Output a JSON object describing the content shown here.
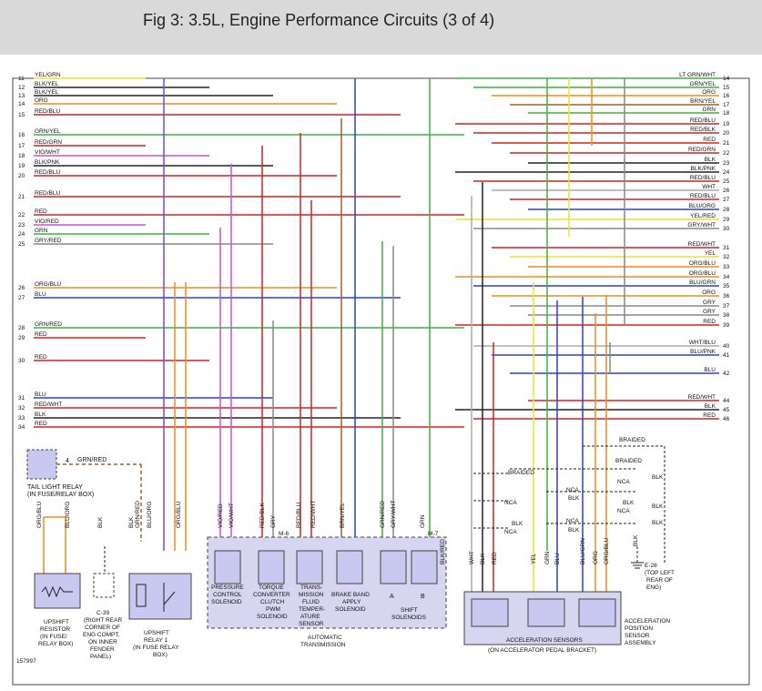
{
  "title": "Fig 3: 3.5L, Engine Performance Circuits (3 of 4)",
  "figure_id": "157997",
  "left_wires": [
    {
      "num": "11",
      "label": "YEL/GRN",
      "color": "#e6e62e"
    },
    {
      "num": "12",
      "label": "BLK/YEL",
      "color": "#222222"
    },
    {
      "num": "13",
      "label": "BLK/YEL",
      "color": "#222222"
    },
    {
      "num": "14",
      "label": "ORG",
      "color": "#f28c1c"
    },
    {
      "num": "15",
      "label": "RED/BLU",
      "color": "#d62020"
    },
    {
      "num": "16",
      "label": "GRN/YEL",
      "color": "#3cb43c"
    },
    {
      "num": "17",
      "label": "RED/GRN",
      "color": "#d62020"
    },
    {
      "num": "18",
      "label": "VIO/WHT",
      "color": "#d24fd2"
    },
    {
      "num": "19",
      "label": "BLK/PNK",
      "color": "#222222"
    },
    {
      "num": "20",
      "label": "RED/BLU",
      "color": "#d62020"
    },
    {
      "num": "21",
      "label": "RED/BLU",
      "color": "#d62020"
    },
    {
      "num": "22",
      "label": "RED",
      "color": "#d62020"
    },
    {
      "num": "23",
      "label": "VIO/RED",
      "color": "#d24fd2"
    },
    {
      "num": "24",
      "label": "GRN",
      "color": "#3cb43c"
    },
    {
      "num": "25",
      "label": "GRY/RED",
      "color": "#888888"
    },
    {
      "num": "26",
      "label": "ORG/BLU",
      "color": "#f28c1c"
    },
    {
      "num": "27",
      "label": "BLU",
      "color": "#2a3fd6"
    },
    {
      "num": "28",
      "label": "GRN/RED",
      "color": "#3cb43c"
    },
    {
      "num": "29",
      "label": "RED",
      "color": "#d62020"
    },
    {
      "num": "30",
      "label": "RED",
      "color": "#d62020"
    },
    {
      "num": "31",
      "label": "BLU",
      "color": "#2a3fd6"
    },
    {
      "num": "32",
      "label": "RED/WHT",
      "color": "#d62020"
    },
    {
      "num": "33",
      "label": "BLK",
      "color": "#222222"
    },
    {
      "num": "34",
      "label": "RED",
      "color": "#d62020"
    }
  ],
  "right_wires": [
    {
      "num": "14",
      "label": "LT GRN/WHT",
      "color": "#3cb43c"
    },
    {
      "num": "15",
      "label": "GRN/YEL",
      "color": "#3cb43c"
    },
    {
      "num": "16",
      "label": "ORG",
      "color": "#f28c1c"
    },
    {
      "num": "17",
      "label": "BRN/YEL",
      "color": "#a0602a"
    },
    {
      "num": "18",
      "label": "GRN",
      "color": "#3cb43c"
    },
    {
      "num": "19",
      "label": "RED/BLU",
      "color": "#d62020"
    },
    {
      "num": "20",
      "label": "RED/BLK",
      "color": "#d62020"
    },
    {
      "num": "21",
      "label": "RED",
      "color": "#d62020"
    },
    {
      "num": "22",
      "label": "RED/GRN",
      "color": "#d62020"
    },
    {
      "num": "23",
      "label": "BLK",
      "color": "#222222"
    },
    {
      "num": "24",
      "label": "BLK/PNK",
      "color": "#222222"
    },
    {
      "num": "25",
      "label": "RED/BLU",
      "color": "#d62020"
    },
    {
      "num": "26",
      "label": "WHT",
      "color": "#aaaaaa"
    },
    {
      "num": "27",
      "label": "RED/BLU",
      "color": "#d62020"
    },
    {
      "num": "28",
      "label": "BLU/ORG",
      "color": "#2a3fd6"
    },
    {
      "num": "29",
      "label": "YEL/RED",
      "color": "#e6e62e"
    },
    {
      "num": "30",
      "label": "GRY/WHT",
      "color": "#888888"
    },
    {
      "num": "31",
      "label": "RED/WHT",
      "color": "#d62020"
    },
    {
      "num": "32",
      "label": "YEL",
      "color": "#e6e62e"
    },
    {
      "num": "33",
      "label": "ORG/BLU",
      "color": "#f28c1c"
    },
    {
      "num": "34",
      "label": "ORG/BLU",
      "color": "#f28c1c"
    },
    {
      "num": "35",
      "label": "BLU/GRN",
      "color": "#2a3fd6"
    },
    {
      "num": "36",
      "label": "ORG",
      "color": "#f28c1c"
    },
    {
      "num": "37",
      "label": "GRY",
      "color": "#888888"
    },
    {
      "num": "38",
      "label": "GRY",
      "color": "#888888"
    },
    {
      "num": "39",
      "label": "RED",
      "color": "#d62020"
    },
    {
      "num": "40",
      "label": "WHT/BLU",
      "color": "#aaaaaa"
    },
    {
      "num": "41",
      "label": "BLU/PNK",
      "color": "#2a3fd6"
    },
    {
      "num": "42",
      "label": "BLU",
      "color": "#2a3fd6"
    },
    {
      "num": "44",
      "label": "RED/WHT",
      "color": "#d62020"
    },
    {
      "num": "45",
      "label": "BLK",
      "color": "#222222"
    },
    {
      "num": "46",
      "label": "RED",
      "color": "#d62020"
    }
  ],
  "labels": {
    "tail_relay_pin": "4",
    "tail_relay_wire": "GRN/RED",
    "tail_relay_line1": "TAIL LIGHT RELAY",
    "tail_relay_line2": "(IN FUSE/RELAY BOX)",
    "upshift_resistor": [
      "UPSHIFT",
      "RESISTOR",
      "(IN FUSE/",
      "RELAY BOX)"
    ],
    "c39": [
      "C-39",
      "(RIGHT REAR",
      "CORNER OF",
      "ENG COMPT,",
      "ON INNER",
      "FENDER",
      "PANEL)"
    ],
    "upshift_relay": [
      "UPSHIFT",
      "RELAY 1",
      "(IN FUSE RELAY",
      "BOX)"
    ],
    "pcs": [
      "PRESSURE",
      "CONTROL",
      "SOLENOID"
    ],
    "tcc": [
      "TORQUE",
      "CONVERTER",
      "CLUTCH",
      "PWM",
      "SOLENOID"
    ],
    "tft": [
      "TRANS-",
      "MISSION",
      "FLUID",
      "TEMPER-",
      "ATURE",
      "SENSOR"
    ],
    "bbs": [
      "BRAKE BAND",
      "APPLY",
      "SOLENOID"
    ],
    "shift": [
      "SHIFT",
      "SOLENOIDS"
    ],
    "shift_a": "A",
    "shift_b": "B",
    "auto_trans": [
      "AUTOMATIC",
      "TRANSMISSION"
    ],
    "m6": "M-6",
    "m7": "M-7",
    "accel_sensors": "ACCELERATION SENSORS",
    "accel_bracket": "(ON ACCELERATOR PEDAL BRACKET)",
    "accel_assy": [
      "ACCELERATION",
      "POSITION",
      "SENSOR",
      "ASSEMBLY"
    ],
    "e28": [
      "E-28",
      "(TOP LEFT",
      "REAR OF",
      "ENG)"
    ],
    "braided": "BRAIDED",
    "nca": "NCA",
    "blk": "BLK"
  },
  "vertical_wire_labels": [
    "ORG/BLU",
    "BLU/ORG",
    "BLK",
    "BLK",
    "GRN/RED",
    "BLU/ORG",
    "ORG/BLU",
    "VIO/RED",
    "VIO/WHT",
    "RED/BLK",
    "GRY",
    "RED/BLU",
    "RED/WHT",
    "BRN/YEL",
    "GRN/RED",
    "GRY/WHT",
    "GRN",
    "BLK/RED",
    "WHT",
    "BLK",
    "RED",
    "YEL",
    "GRN",
    "BLU",
    "BLU/GRN",
    "ORG",
    "ORG/BLU",
    "BLK"
  ]
}
